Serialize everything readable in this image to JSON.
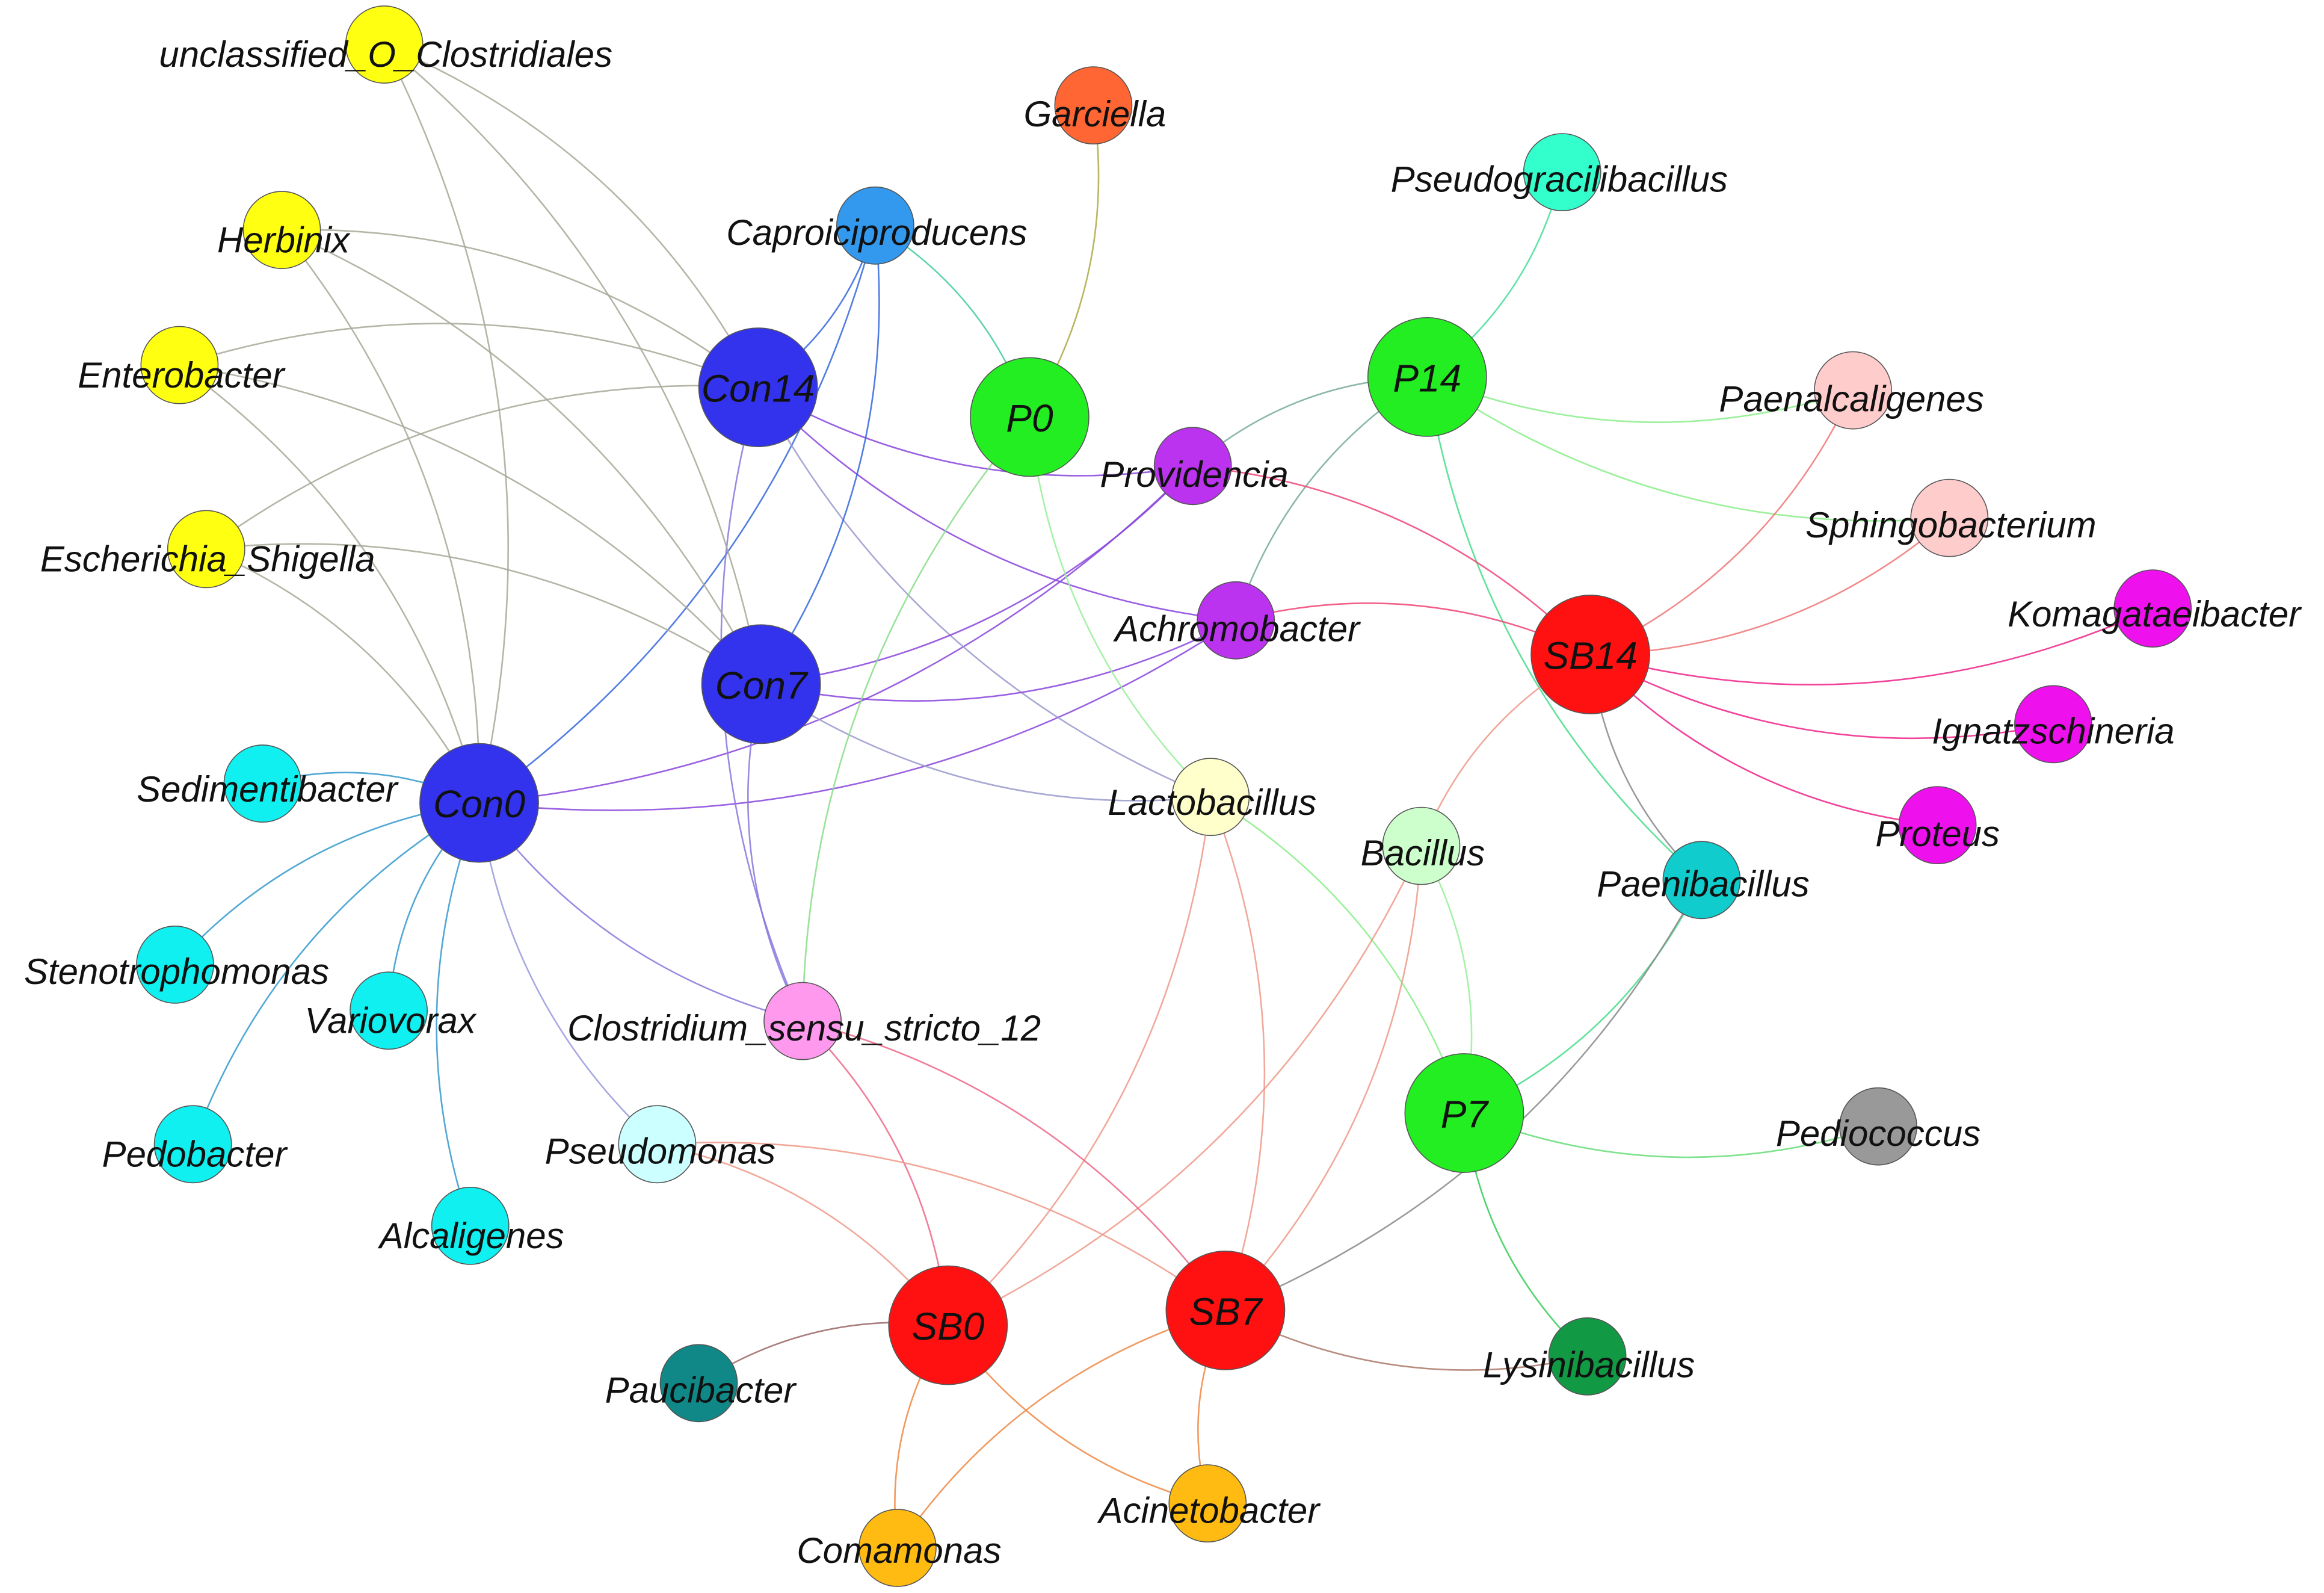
{
  "nodes": [
    {
      "id": "Con0",
      "label": "Con0",
      "color": "#3333ee",
      "kind": "sample"
    },
    {
      "id": "Con7",
      "label": "Con7",
      "color": "#3333ee",
      "kind": "sample"
    },
    {
      "id": "Con14",
      "label": "Con14",
      "color": "#3333ee",
      "kind": "sample"
    },
    {
      "id": "P0",
      "label": "P0",
      "color": "#22ee22",
      "kind": "sample"
    },
    {
      "id": "P7",
      "label": "P7",
      "color": "#22ee22",
      "kind": "sample"
    },
    {
      "id": "P14",
      "label": "P14",
      "color": "#22ee22",
      "kind": "sample"
    },
    {
      "id": "SB0",
      "label": "SB0",
      "color": "#ff1111",
      "kind": "sample"
    },
    {
      "id": "SB7",
      "label": "SB7",
      "color": "#ff1111",
      "kind": "sample"
    },
    {
      "id": "SB14",
      "label": "SB14",
      "color": "#ff1111",
      "kind": "sample"
    },
    {
      "id": "unclassified",
      "label": "unclassified_O_Clostridiales",
      "color": "#ffff11",
      "kind": "taxon"
    },
    {
      "id": "Herbinix",
      "label": "Herbinix",
      "color": "#ffff11",
      "kind": "taxon"
    },
    {
      "id": "Enterobacter",
      "label": "Enterobacter",
      "color": "#ffff11",
      "kind": "taxon"
    },
    {
      "id": "Escherichia",
      "label": "Escherichia_Shigella",
      "color": "#ffff11",
      "kind": "taxon"
    },
    {
      "id": "Sedimentibacter",
      "label": "Sedimentibacter",
      "color": "#11f0f0",
      "kind": "taxon"
    },
    {
      "id": "Stenotrophomonas",
      "label": "Stenotrophomonas",
      "color": "#11f0f0",
      "kind": "taxon"
    },
    {
      "id": "Variovorax",
      "label": "Variovorax",
      "color": "#11f0f0",
      "kind": "taxon"
    },
    {
      "id": "Pedobacter",
      "label": "Pedobacter",
      "color": "#11f0f0",
      "kind": "taxon"
    },
    {
      "id": "Alcaligenes",
      "label": "Alcaligenes",
      "color": "#11f0f0",
      "kind": "taxon"
    },
    {
      "id": "Caproiciproducens",
      "label": "Caproiciproducens",
      "color": "#3399ee",
      "kind": "taxon"
    },
    {
      "id": "Garciella",
      "label": "Garciella",
      "color": "#ff6633",
      "kind": "taxon"
    },
    {
      "id": "Providencia",
      "label": "Providencia",
      "color": "#bb33ee",
      "kind": "taxon"
    },
    {
      "id": "Achromobacter",
      "label": "Achromobacter",
      "color": "#bb33ee",
      "kind": "taxon"
    },
    {
      "id": "Lactobacillus",
      "label": "Lactobacillus",
      "color": "#ffffcc",
      "kind": "taxon"
    },
    {
      "id": "Clostridium",
      "label": "Clostridium_sensu_stricto_12",
      "color": "#ff99ee",
      "kind": "taxon"
    },
    {
      "id": "Pseudomonas",
      "label": "Pseudomonas",
      "color": "#ccffff",
      "kind": "taxon"
    },
    {
      "id": "Pseudogracilibacillus",
      "label": "Pseudogracilibacillus",
      "color": "#33ffcc",
      "kind": "taxon"
    },
    {
      "id": "Paenalcaligenes",
      "label": "Paenalcaligenes",
      "color": "#ffcccc",
      "kind": "taxon"
    },
    {
      "id": "Sphingobacterium",
      "label": "Sphingobacterium",
      "color": "#ffcccc",
      "kind": "taxon"
    },
    {
      "id": "Komagataeibacter",
      "label": "Komagataeibacter",
      "color": "#ee11ee",
      "kind": "taxon"
    },
    {
      "id": "Ignatzschineria",
      "label": "Ignatzschineria",
      "color": "#ee11ee",
      "kind": "taxon"
    },
    {
      "id": "Proteus",
      "label": "Proteus",
      "color": "#ee11ee",
      "kind": "taxon"
    },
    {
      "id": "Bacillus",
      "label": "Bacillus",
      "color": "#ccffcc",
      "kind": "taxon"
    },
    {
      "id": "Paenibacillus",
      "label": "Paenibacillus",
      "color": "#11cccc",
      "kind": "taxon"
    },
    {
      "id": "Pediococcus",
      "label": "Pediococcus",
      "color": "#999999",
      "kind": "taxon"
    },
    {
      "id": "Lysinibacillus",
      "label": "Lysinibacillus",
      "color": "#119944",
      "kind": "taxon"
    },
    {
      "id": "Paucibacter",
      "label": "Paucibacter",
      "color": "#118888",
      "kind": "taxon"
    },
    {
      "id": "Comamonas",
      "label": "Comamonas",
      "color": "#ffbb11",
      "kind": "taxon"
    },
    {
      "id": "Acinetobacter",
      "label": "Acinetobacter",
      "color": "#ffbb11",
      "kind": "taxon"
    }
  ],
  "edges": [
    {
      "from": "Con0",
      "to": "unclassified",
      "color": "#a8a898"
    },
    {
      "from": "Con0",
      "to": "Herbinix",
      "color": "#a8a898"
    },
    {
      "from": "Con0",
      "to": "Enterobacter",
      "color": "#a8a898"
    },
    {
      "from": "Con0",
      "to": "Escherichia",
      "color": "#a8a898"
    },
    {
      "from": "Con0",
      "to": "Sedimentibacter",
      "color": "#3399cc"
    },
    {
      "from": "Con0",
      "to": "Stenotrophomonas",
      "color": "#3399cc"
    },
    {
      "from": "Con0",
      "to": "Variovorax",
      "color": "#3399cc"
    },
    {
      "from": "Con0",
      "to": "Pedobacter",
      "color": "#3399cc"
    },
    {
      "from": "Con0",
      "to": "Alcaligenes",
      "color": "#3399cc"
    },
    {
      "from": "Con0",
      "to": "Caproiciproducens",
      "color": "#3366dd"
    },
    {
      "from": "Con0",
      "to": "Providencia",
      "color": "#8844dd"
    },
    {
      "from": "Con0",
      "to": "Achromobacter",
      "color": "#8844dd"
    },
    {
      "from": "Con0",
      "to": "Clostridium",
      "color": "#8877dd"
    },
    {
      "from": "Con0",
      "to": "Pseudomonas",
      "color": "#9999dd"
    },
    {
      "from": "Con14",
      "to": "unclassified",
      "color": "#a8a898"
    },
    {
      "from": "Con14",
      "to": "Herbinix",
      "color": "#a8a898"
    },
    {
      "from": "Con14",
      "to": "Enterobacter",
      "color": "#a8a898"
    },
    {
      "from": "Con14",
      "to": "Escherichia",
      "color": "#a8a898"
    },
    {
      "from": "Con14",
      "to": "Caproiciproducens",
      "color": "#3366dd"
    },
    {
      "from": "Con14",
      "to": "Providencia",
      "color": "#8844dd"
    },
    {
      "from": "Con14",
      "to": "Achromobacter",
      "color": "#8844dd"
    },
    {
      "from": "Con14",
      "to": "Clostridium",
      "color": "#8877dd"
    },
    {
      "from": "Con14",
      "to": "Lactobacillus",
      "color": "#9999cc"
    },
    {
      "from": "Con7",
      "to": "unclassified",
      "color": "#a8a898"
    },
    {
      "from": "Con7",
      "to": "Herbinix",
      "color": "#a8a898"
    },
    {
      "from": "Con7",
      "to": "Enterobacter",
      "color": "#a8a898"
    },
    {
      "from": "Con7",
      "to": "Escherichia",
      "color": "#a8a898"
    },
    {
      "from": "Con7",
      "to": "Caproiciproducens",
      "color": "#3366dd"
    },
    {
      "from": "Con7",
      "to": "Providencia",
      "color": "#8844dd"
    },
    {
      "from": "Con7",
      "to": "Achromobacter",
      "color": "#8844dd"
    },
    {
      "from": "Con7",
      "to": "Clostridium",
      "color": "#8877dd"
    },
    {
      "from": "Con7",
      "to": "Lactobacillus",
      "color": "#9999cc"
    },
    {
      "from": "P0",
      "to": "Garciella",
      "color": "#aaaa44"
    },
    {
      "from": "P0",
      "to": "Caproiciproducens",
      "color": "#44cc99"
    },
    {
      "from": "P0",
      "to": "Clostridium",
      "color": "#88dd88"
    },
    {
      "from": "P0",
      "to": "Lactobacillus",
      "color": "#99ee99"
    },
    {
      "from": "P14",
      "to": "Pseudogracilibacillus",
      "color": "#44dd99"
    },
    {
      "from": "P14",
      "to": "Paenalcaligenes",
      "color": "#88ee88"
    },
    {
      "from": "P14",
      "to": "Sphingobacterium",
      "color": "#88ee88"
    },
    {
      "from": "P14",
      "to": "Providencia",
      "color": "#77aa99"
    },
    {
      "from": "P14",
      "to": "Achromobacter",
      "color": "#77aa99"
    },
    {
      "from": "P14",
      "to": "Paenibacillus",
      "color": "#44dd88"
    },
    {
      "from": "P7",
      "to": "Lactobacillus",
      "color": "#88ee88"
    },
    {
      "from": "P7",
      "to": "Bacillus",
      "color": "#99ee99"
    },
    {
      "from": "P7",
      "to": "Paenibacillus",
      "color": "#44dd88"
    },
    {
      "from": "P7",
      "to": "Pediococcus",
      "color": "#66dd77"
    },
    {
      "from": "P7",
      "to": "Lysinibacillus",
      "color": "#33cc55"
    },
    {
      "from": "SB14",
      "to": "Providencia",
      "color": "#ee4477"
    },
    {
      "from": "SB14",
      "to": "Achromobacter",
      "color": "#ee4477"
    },
    {
      "from": "SB14",
      "to": "Paenalcaligenes",
      "color": "#ee7777"
    },
    {
      "from": "SB14",
      "to": "Sphingobacterium",
      "color": "#ee7777"
    },
    {
      "from": "SB14",
      "to": "Komagataeibacter",
      "color": "#ee2288"
    },
    {
      "from": "SB14",
      "to": "Ignatzschineria",
      "color": "#ee2288"
    },
    {
      "from": "SB14",
      "to": "Proteus",
      "color": "#ee2288"
    },
    {
      "from": "SB14",
      "to": "Paenibacillus",
      "color": "#888888"
    },
    {
      "from": "SB14",
      "to": "Bacillus",
      "color": "#ee9988"
    },
    {
      "from": "SB0",
      "to": "Clostridium",
      "color": "#ee6688"
    },
    {
      "from": "SB0",
      "to": "Pseudomonas",
      "color": "#ee9988"
    },
    {
      "from": "SB0",
      "to": "Lactobacillus",
      "color": "#ee9988"
    },
    {
      "from": "SB0",
      "to": "Bacillus",
      "color": "#ee9988"
    },
    {
      "from": "SB0",
      "to": "Paucibacter",
      "color": "#996666"
    },
    {
      "from": "SB0",
      "to": "Comamonas",
      "color": "#ee8844"
    },
    {
      "from": "SB0",
      "to": "Acinetobacter",
      "color": "#ee8844"
    },
    {
      "from": "SB7",
      "to": "Clostridium",
      "color": "#ee6688"
    },
    {
      "from": "SB7",
      "to": "Pseudomonas",
      "color": "#ee9988"
    },
    {
      "from": "SB7",
      "to": "Lactobacillus",
      "color": "#ee9988"
    },
    {
      "from": "SB7",
      "to": "Bacillus",
      "color": "#ee9988"
    },
    {
      "from": "SB7",
      "to": "Paenibacillus",
      "color": "#888888"
    },
    {
      "from": "SB7",
      "to": "Lysinibacillus",
      "color": "#aa7766"
    },
    {
      "from": "SB7",
      "to": "Comamonas",
      "color": "#ee8844"
    },
    {
      "from": "SB7",
      "to": "Acinetobacter",
      "color": "#ee8844"
    }
  ]
}
